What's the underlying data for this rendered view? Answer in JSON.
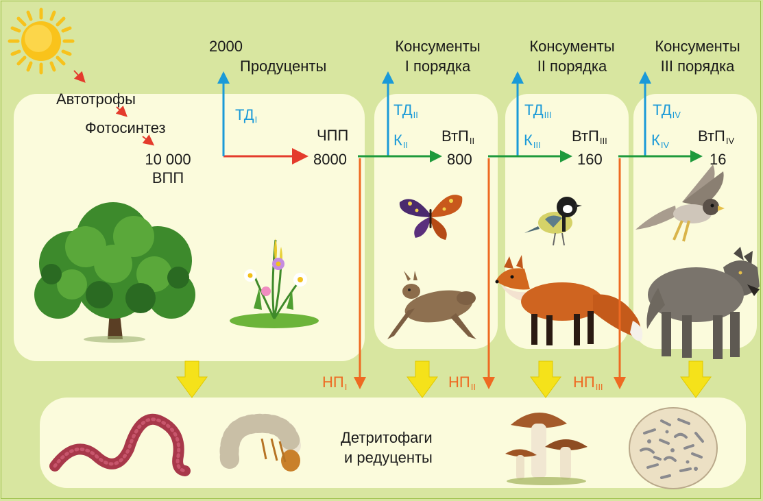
{
  "labels": {
    "autotrophs": "Автотрофы",
    "photosynthesis": "Фотосинтез",
    "gpp_value": "10 000",
    "gpp": "ВПП",
    "producers_value": "2000",
    "producers": "Продуценты",
    "npp": "ЧПП",
    "npp_value": "8000",
    "consumers_word": "Консументы",
    "order_1": "I порядка",
    "order_2": "II порядка",
    "order_3": "III  порядка",
    "td": "ТД",
    "k": "К",
    "vtp": "ВтП",
    "np": "НП",
    "vtp2_value": "800",
    "vtp3_value": "160",
    "vtp4_value": "16",
    "detritivores_line1": "Детритофаги",
    "detritivores_line2": "и редуценты"
  },
  "subscripts": {
    "i": "I",
    "ii": "II",
    "iii": "III",
    "iv": "IV"
  },
  "colors": {
    "background": "#d8e6a0",
    "panel": "#fbfbdc",
    "red_arrow": "#e43b2c",
    "blue_arrow": "#1a9ad8",
    "green_arrow": "#1e9a3c",
    "orange_arrow": "#ee6a22",
    "down_arrow": "#f5e21a"
  },
  "icons": [
    "sun-icon",
    "oak-tree-icon",
    "flowers-icon",
    "butterfly-icon",
    "hare-icon",
    "tit-bird-icon",
    "fox-icon",
    "falcon-icon",
    "wolf-icon",
    "earthworm-icon",
    "beetle-larva-icon",
    "mushrooms-icon",
    "bacteria-icon"
  ]
}
